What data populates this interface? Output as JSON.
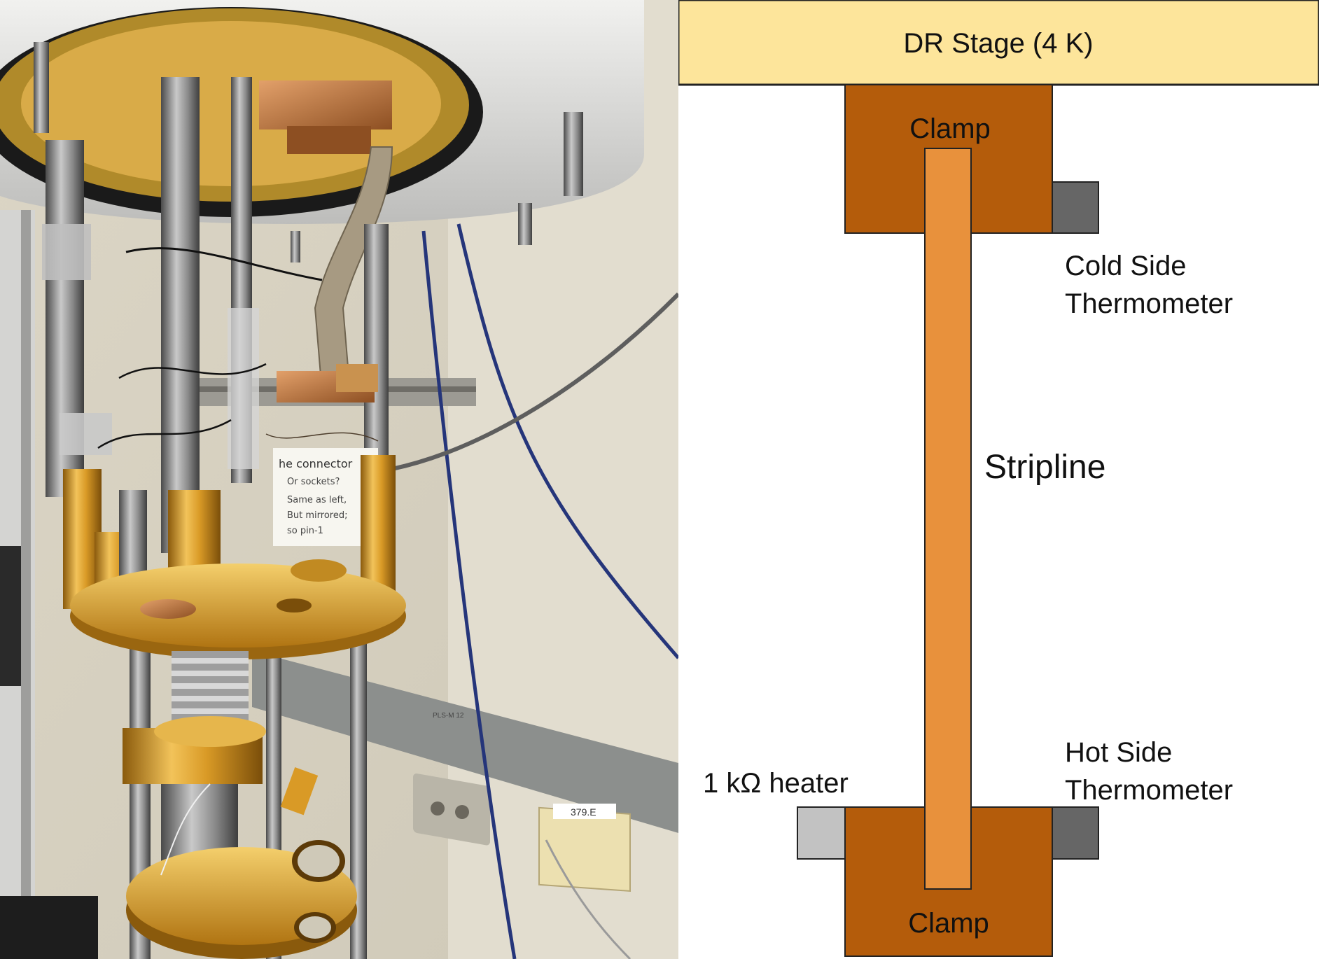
{
  "photo": {
    "caption": "",
    "note_lines": [
      "he connector",
      "Or sockets?",
      "Same as left,",
      "But mirrored;",
      "so pin-1"
    ],
    "wall_label": "379.E",
    "outlet_label": "PLS-M 12"
  },
  "diagram": {
    "dr_stage_label": "DR Stage (4 K)",
    "top_clamp_label": "Clamp",
    "bottom_clamp_label": "Clamp",
    "stripline_label": "Stripline",
    "cold_thermometer_label_line1": "Cold Side",
    "cold_thermometer_label_line2": "Thermometer",
    "hot_thermometer_label_line1": "Hot Side",
    "hot_thermometer_label_line2": "Thermometer",
    "heater_label": "1 kΩ heater",
    "colors": {
      "dr_stage": "#fde59b",
      "clamp": "#b45c0b",
      "stripline": "#e8913c",
      "thermometer": "#666666",
      "heater": "#c2c2c2"
    }
  }
}
